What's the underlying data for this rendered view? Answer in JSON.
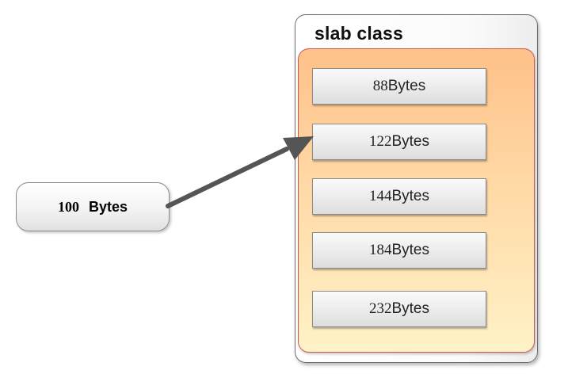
{
  "input": {
    "number": "100",
    "unit": "Bytes"
  },
  "slab_class": {
    "title": "slab class",
    "chunks": [
      {
        "number": "88",
        "unit": "Bytes"
      },
      {
        "number": "122",
        "unit": "Bytes"
      },
      {
        "number": "144",
        "unit": "Bytes"
      },
      {
        "number": "184",
        "unit": "Bytes"
      },
      {
        "number": "232",
        "unit": "Bytes"
      }
    ]
  },
  "arrow": {
    "from": "input",
    "to_chunk_index": 1
  },
  "colors": {
    "inner_top": "#ffc189",
    "inner_bottom": "#fff2c7",
    "inner_border": "#cc5a4e",
    "arrow": "#555555"
  }
}
